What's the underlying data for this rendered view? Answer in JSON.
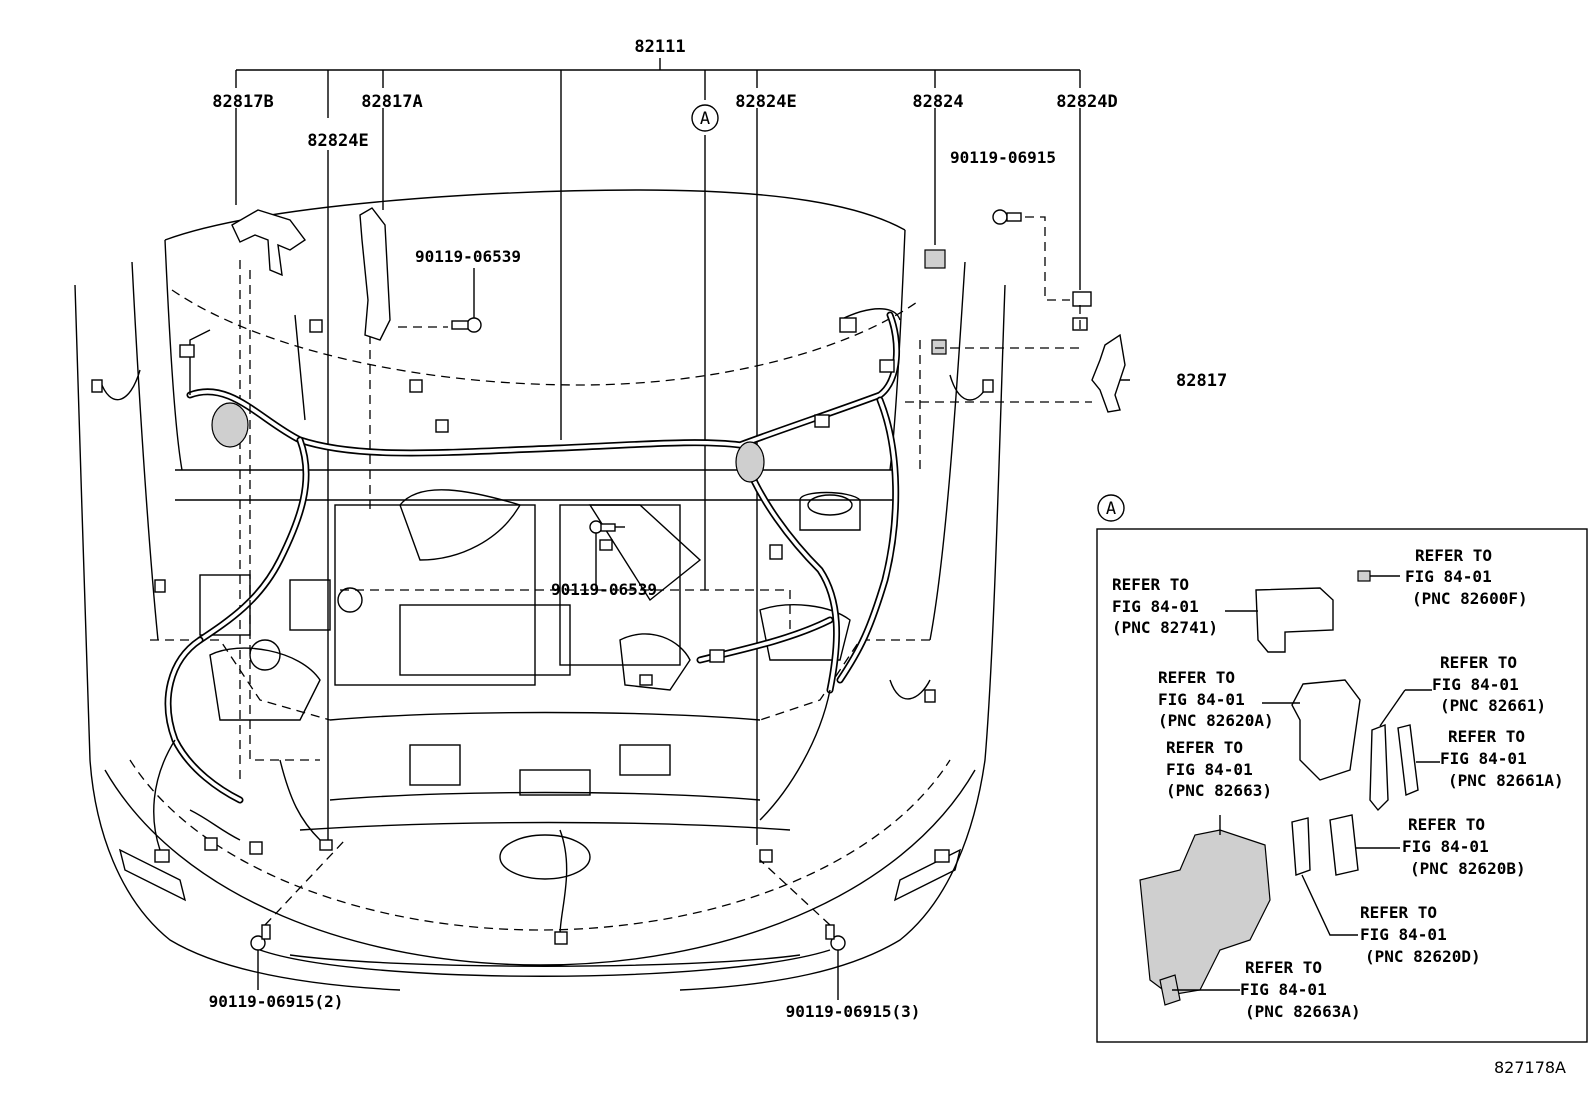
{
  "diagram": {
    "main_harness_label": "82111",
    "callout_letter": "A",
    "labels": {
      "p82817B": "82817B",
      "p82817A": "82817A",
      "p82824E_left": "82824E",
      "p82824E_right": "82824E",
      "p82824": "82824",
      "p82824D": "82824D",
      "p82817": "82817",
      "bolt_06915_top": "90119-06915",
      "bolt_06539_top": "90119-06539",
      "bolt_06539_mid": "90119-06539",
      "bolt_06915_2": "90119-06915(2)",
      "bolt_06915_3": "90119-06915(3)"
    },
    "detail_a": {
      "refs": [
        {
          "line1": "REFER TO",
          "line2": "FIG 84-01",
          "line3": "(PNC 82600F)"
        },
        {
          "line1": "REFER TO",
          "line2": "FIG 84-01",
          "line3": "(PNC 82741)"
        },
        {
          "line1": "REFER TO",
          "line2": "FIG 84-01",
          "line3": "(PNC 82661)"
        },
        {
          "line1": "REFER TO",
          "line2": "FIG 84-01",
          "line3": "(PNC 82620A)"
        },
        {
          "line1": "REFER TO",
          "line2": "FIG 84-01",
          "line3": "(PNC 82661A)"
        },
        {
          "line1": "REFER TO",
          "line2": "FIG 84-01",
          "line3": "(PNC 82663)"
        },
        {
          "line1": "REFER TO",
          "line2": "FIG 84-01",
          "line3": "(PNC 82620B)"
        },
        {
          "line1": "REFER TO",
          "line2": "FIG 84-01",
          "line3": "(PNC 82620D)"
        },
        {
          "line1": "REFER TO",
          "line2": "FIG 84-01",
          "line3": "(PNC 82663A)"
        }
      ]
    },
    "figure_id": "827178A"
  }
}
